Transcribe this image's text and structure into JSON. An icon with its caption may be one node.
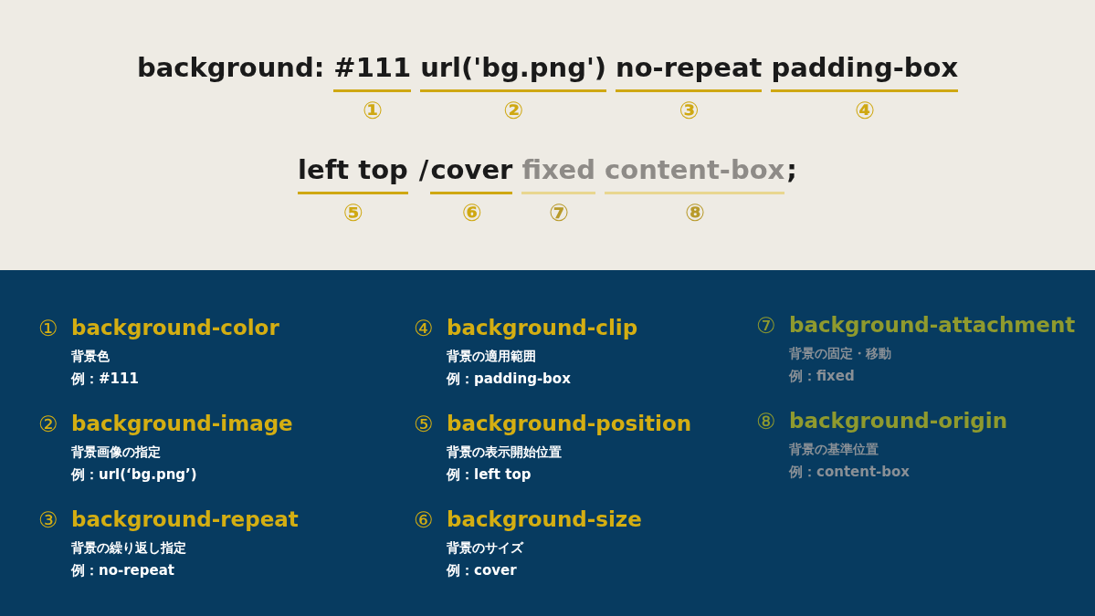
{
  "diagram": {
    "labels": [
      "background:",
      "#111",
      "url('bg.png')",
      "no-repeat",
      "padding-box",
      "①",
      "②",
      "③",
      "④",
      "left top",
      "/",
      "cover",
      "fixed",
      "content-box",
      ";",
      "⑤",
      "⑥",
      "⑦",
      "⑧",
      "①",
      "background-color",
      "背景色",
      "例：#111",
      "②",
      "background-image",
      "背景画像の指定",
      "例：url(‘bg.png’)",
      "③",
      "background-repeat",
      "背景の繰り返し指定",
      "例：no-repeat",
      "④",
      "background-clip",
      "背景の適用範囲",
      "例：padding-box",
      "⑤",
      "background-position",
      "背景の表示開始位置",
      "例：left top",
      "⑥",
      "background-size",
      "背景のサイズ",
      "例：cover",
      "⑦",
      "background-attachment",
      "背景の固定・移動",
      "例：fixed",
      "⑧",
      "background-origin",
      "背景の基準位置",
      "例：content-box"
    ]
  }
}
